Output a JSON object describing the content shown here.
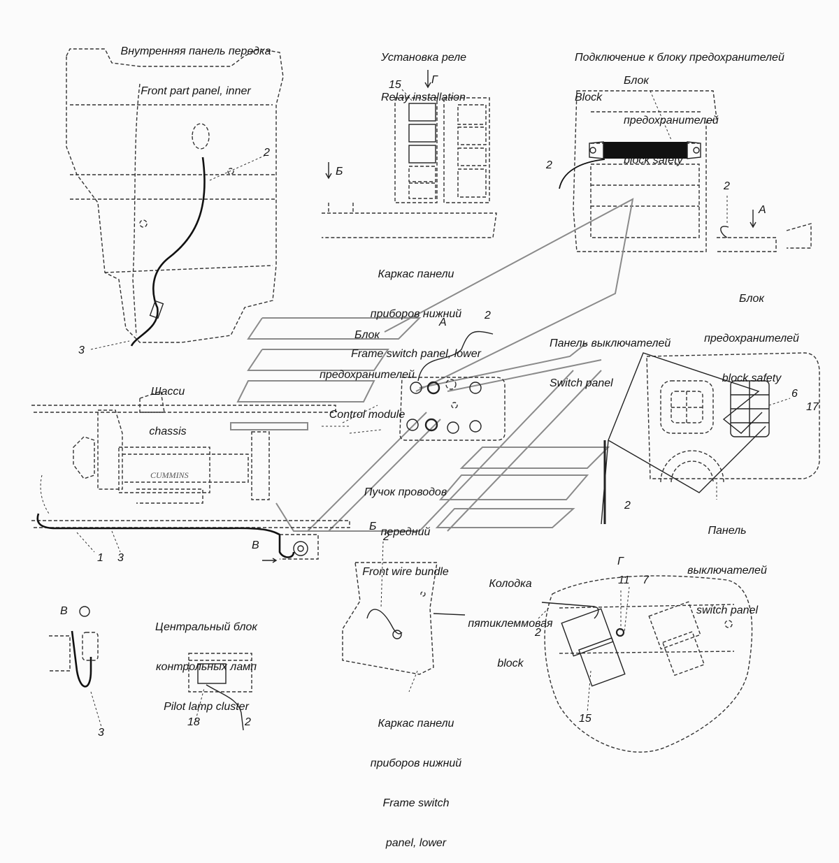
{
  "title_sections": {
    "front_panel": {
      "ru": "Внутренняя панель передка",
      "en": "Front part panel, inner"
    },
    "relay": {
      "ru": "Установка реле",
      "en": "Relay installation"
    },
    "fuse_connection": {
      "ru": "Подключение к блоку предохранителей",
      "en": "Block"
    },
    "fuse_block_top": {
      "ru1": "Блок",
      "ru2": "предохранителей",
      "en": "block safety"
    },
    "fuse_block_right": {
      "ru1": "Блок",
      "ru2": "предохранителей",
      "en": "block safety"
    },
    "frame_lower_top": {
      "ru1": "Каркас панели",
      "ru2": "приборов нижний",
      "en": "Frame switch panel, lower"
    },
    "control_module": {
      "ru1": "Блок",
      "ru2": "предохранителей",
      "en": "Control module"
    },
    "switch_panel_top": {
      "ru": "Панель выключателей",
      "en": "Switch panel"
    },
    "chassis": {
      "ru": "Шасси",
      "en": "chassis"
    },
    "front_wire_bundle": {
      "ru1": "Пучок проводов",
      "ru2": "передний",
      "en": "Front wire bundle"
    },
    "switch_panel_right": {
      "ru1": "Панель",
      "ru2": "выключателей",
      "en": "switch panel"
    },
    "five_terminal_block": {
      "ru1": "Колодка",
      "ru2": "пятиклеммовая",
      "en": "block"
    },
    "pilot_lamp": {
      "ru1": "Центральный блок",
      "ru2": "контрольных ламп",
      "en": "Pilot lamp cluster"
    },
    "frame_lower_bottom": {
      "ru1": "Каркас панели",
      "ru2": "приборов нижний",
      "en1": "Frame switch",
      "en2": "panel, lower"
    }
  },
  "view_markers": {
    "A": "А",
    "B": "Б",
    "V": "В",
    "G": "Г"
  },
  "callouts": {
    "c2": "2",
    "c3": "3",
    "c1": "1",
    "c15": "15",
    "c6": "6",
    "c17": "17",
    "c11": "11",
    "c7": "7",
    "c18": "18"
  },
  "brand_text": "CUMMINS"
}
